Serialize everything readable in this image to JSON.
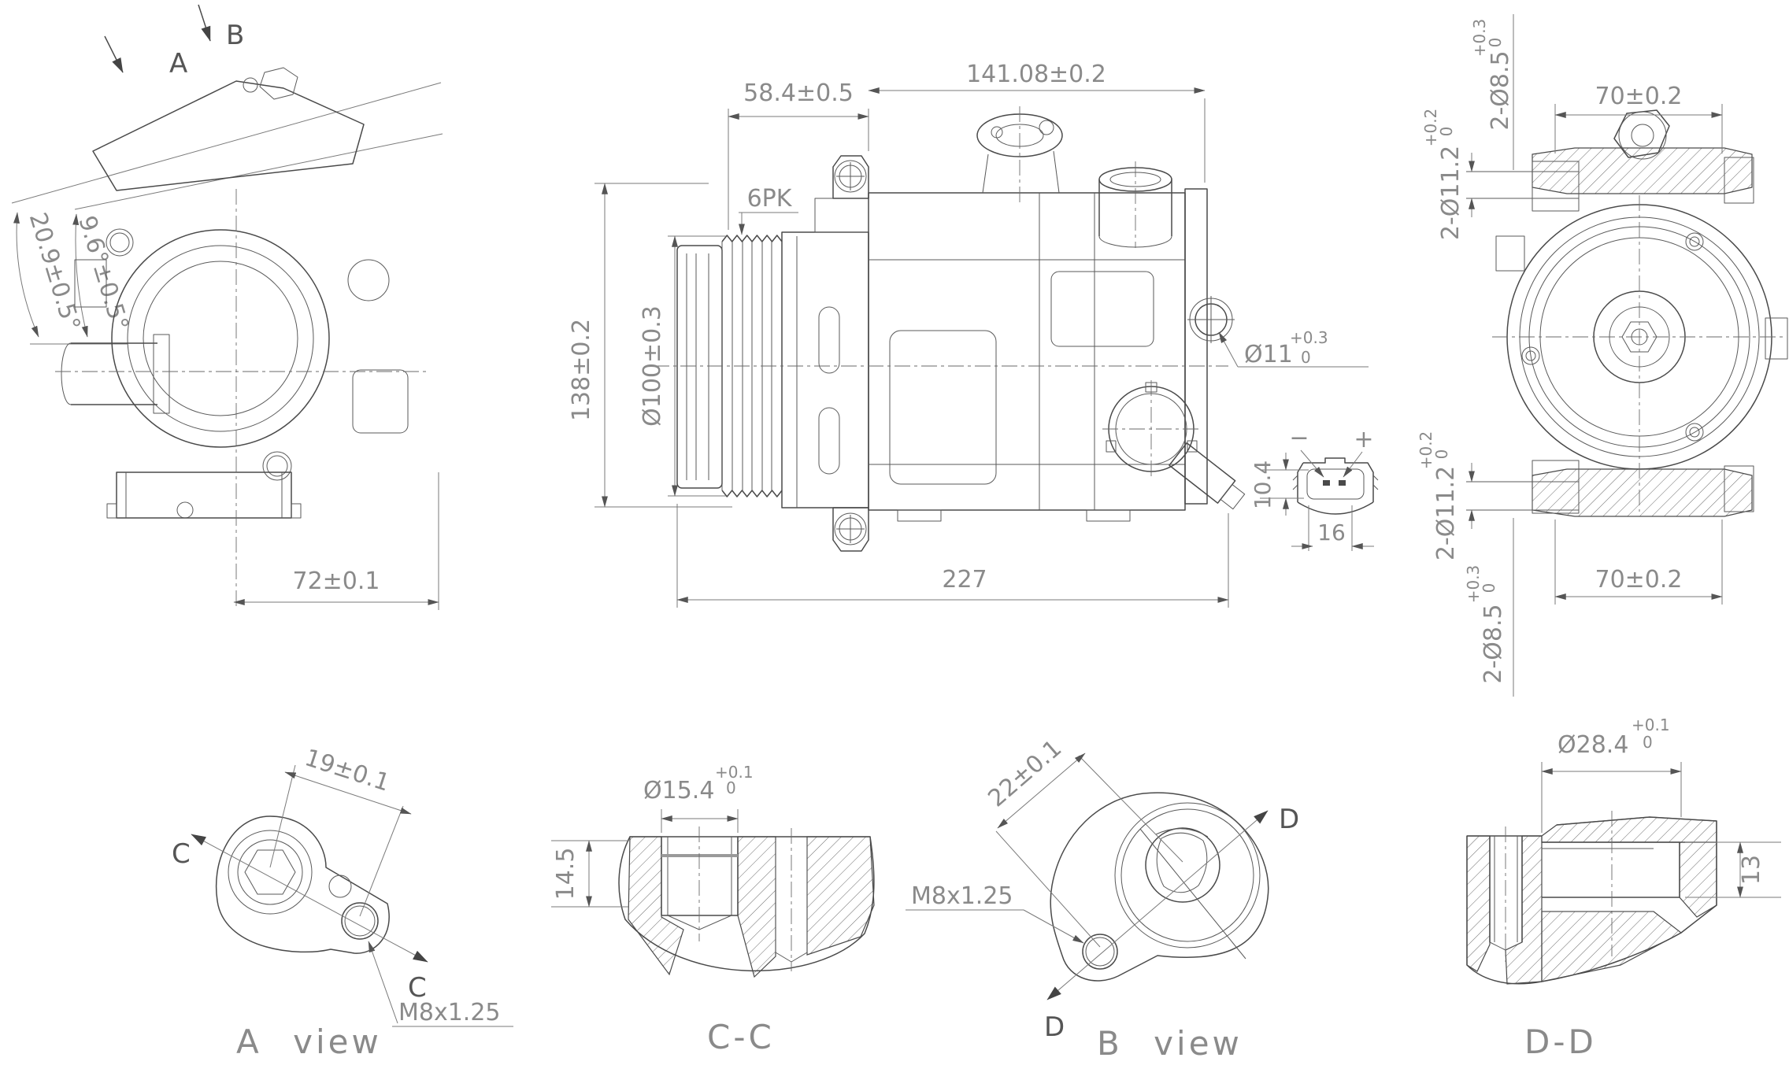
{
  "drawing": {
    "type": "engineering-drawing",
    "subject": "automotive A/C compressor multi-view dimensional drawing",
    "colors": {
      "background": "#ffffff",
      "part_line": "#4a4a4a",
      "dim_line": "#7a7a7a",
      "dim_text": "#8a8a8a"
    },
    "views": {
      "direction": {
        "a": "A",
        "b": "B"
      },
      "left": {
        "angle_outer": "20.9±0.5°",
        "angle_inner": "9.6°±0.5°",
        "base": "72±0.1"
      },
      "front": {
        "offset": "58.4±0.5",
        "length": "141.08±0.2",
        "height": "138±0.2",
        "pulley": "Ø100±0.3",
        "belt": "6PK",
        "hole": "Ø11",
        "hole_up": "+0.3",
        "hole_dn": "0",
        "total": "227"
      },
      "connector": {
        "minus": "−",
        "plus": "+",
        "h": "10.4",
        "w": "16"
      },
      "side": {
        "w_top": "70±0.2",
        "w_bot": "70±0.2",
        "d85": "2-Ø8.5",
        "d85_up": "+0.3",
        "d85_dn": "0",
        "d112": "2-Ø11.2",
        "d112_up": "+0.2",
        "d112_dn": "0",
        "d112b": "2-Ø11.2",
        "d112b_up": "+0.2",
        "d112b_dn": "0",
        "d85b": "2-Ø8.5",
        "d85b_up": "+0.3",
        "d85b_dn": "0"
      },
      "a_view": {
        "caption": "A view",
        "dim": "19±0.1",
        "c1": "C",
        "c2": "C",
        "thread": "M8x1.25"
      },
      "cc_section": {
        "caption": "C-C",
        "bore": "Ø15.4",
        "up": "+0.1",
        "dn": "0",
        "depth": "14.5"
      },
      "b_view": {
        "caption": "B view",
        "dim": "22±0.1",
        "d1": "D",
        "d2": "D",
        "thread": "M8x1.25"
      },
      "dd_section": {
        "caption": "D-D",
        "bore": "Ø28.4",
        "up": "+0.1",
        "dn": "0",
        "depth": "13"
      }
    }
  }
}
